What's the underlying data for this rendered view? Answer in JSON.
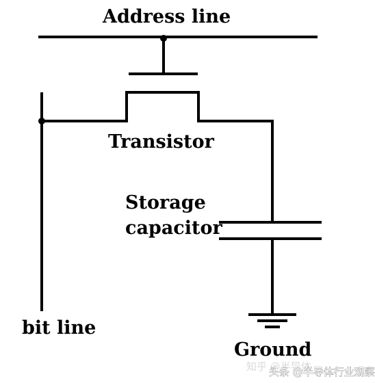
{
  "labels": {
    "address_line": "Address line",
    "transistor": "Transistor",
    "storage_line1": "Storage",
    "storage_line2": "capacitor",
    "bit_line": "bit line",
    "ground": "Ground"
  },
  "watermarks": {
    "zhihu": "知乎 @半导体",
    "toutiao": "头条 @半导体行业观察"
  },
  "colors": {
    "ink": "#000000",
    "background": "#ffffff"
  }
}
